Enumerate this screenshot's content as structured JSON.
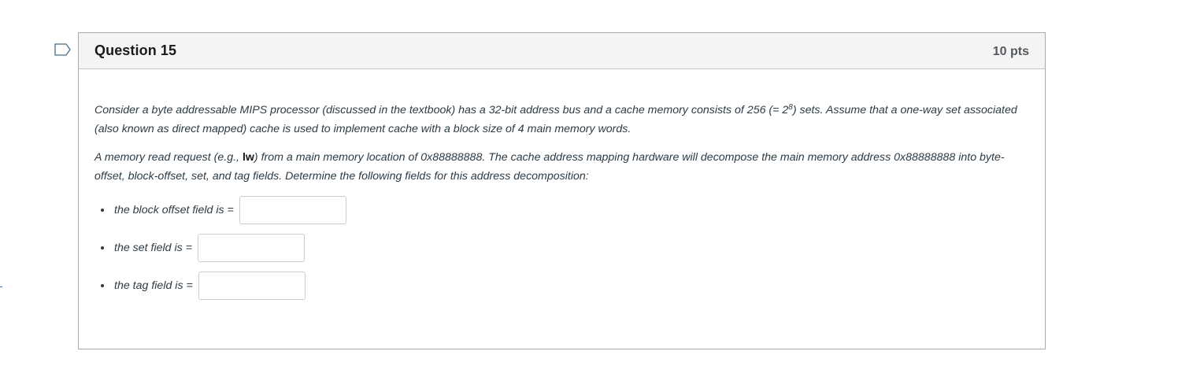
{
  "question": {
    "title": "Question 15",
    "points": "10 pts",
    "flag_icon": "bookmark-flag-icon",
    "paragraph1": {
      "before_sup": "Consider a byte addressable MIPS processor (discussed in the textbook) has a 32-bit address bus and a cache memory consists of 256 (= 2",
      "sup": "8",
      "after_sup": ") sets. Assume that a one-way set associated (also known as direct mapped) cache is used to implement cache with a block size of 4 main memory words."
    },
    "paragraph2": {
      "before_bold": "A memory read request (e.g., ",
      "bold": "lw",
      "after_bold": ") from a main memory location of 0x88888888. The cache address mapping hardware will decompose the main memory address 0x88888888 into byte-offset, block-offset, set, and tag fields. Determine the following fields for this address decomposition:"
    },
    "answers": [
      {
        "label": "the block offset field is = ",
        "value": ""
      },
      {
        "label": "the set field is = ",
        "value": ""
      },
      {
        "label": "the tag field is = ",
        "value": ""
      }
    ]
  }
}
